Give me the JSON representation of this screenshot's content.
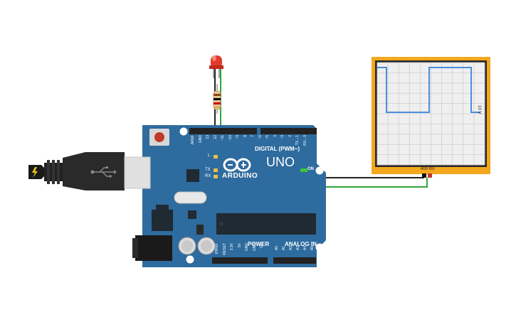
{
  "board": {
    "brand": "ARDUINO",
    "model": "UNO",
    "digital_label": "DIGITAL (PWM~)",
    "power_label": "POWER",
    "analog_label": "ANALOG IN",
    "on_label": "ON",
    "led_tx": "TX",
    "led_rx": "RX",
    "led_l": "L",
    "digital_pins": [
      "AREF",
      "GND",
      "13",
      "12",
      "~11",
      "~10",
      "~9",
      "8",
      "7",
      "~6",
      "~5",
      "4",
      "~3",
      "2",
      "TX→1",
      "RX←0"
    ],
    "power_pins": [
      "IOREF",
      "RESET",
      "3.3V",
      "5V",
      "GND",
      "GND",
      "Vin"
    ],
    "analog_pins": [
      "A0",
      "A1",
      "A2",
      "A3",
      "A4",
      "A5"
    ]
  },
  "oscilloscope": {
    "time_per_div": "400 ms",
    "volts_per_div": "10 V",
    "colors": {
      "frame": "#f2a81d",
      "signal": "#4a8ddc",
      "grid": "#cccccc"
    }
  },
  "colors": {
    "board": "#2e6b9e",
    "wire_green": "#2fa83a",
    "wire_black": "#222222",
    "led_red": "#e23a2a"
  }
}
